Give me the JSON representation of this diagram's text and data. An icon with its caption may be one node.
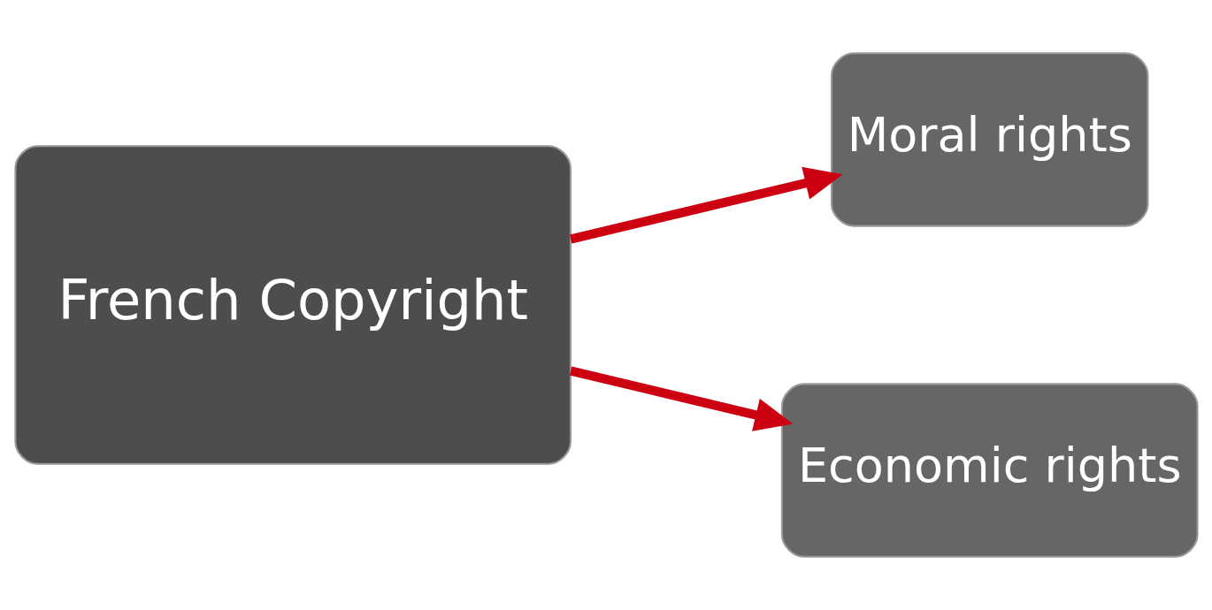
{
  "diagram": {
    "nodes": [
      {
        "text": [
          "French Copyright"
        ]
      },
      {
        "text": [
          "Moral rights"
        ]
      },
      {
        "text": [
          "Economic rights"
        ]
      }
    ],
    "edges": [
      {
        "from": 0,
        "to": 1,
        "arrow": "to"
      },
      {
        "from": 0,
        "to": 2,
        "arrow": "to"
      }
    ]
  }
}
